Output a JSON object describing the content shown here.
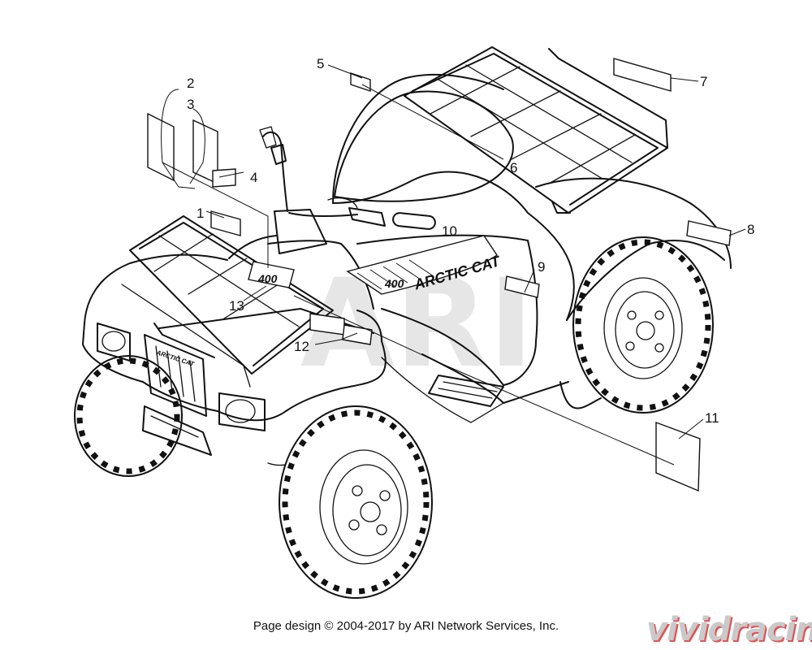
{
  "callouts": [
    {
      "num": "1"
    },
    {
      "num": "2"
    },
    {
      "num": "3"
    },
    {
      "num": "4"
    },
    {
      "num": "5"
    },
    {
      "num": "6"
    },
    {
      "num": "7"
    },
    {
      "num": "8"
    },
    {
      "num": "9"
    },
    {
      "num": "10"
    },
    {
      "num": "11"
    },
    {
      "num": "12"
    },
    {
      "num": "13"
    }
  ],
  "decals": {
    "brand": "ARCTIC CAT",
    "model": "400",
    "grille_brand": "ARCTIC CAT",
    "tank_model": "400"
  },
  "watermark": "ARI",
  "footer": {
    "text": "Page design © 2004-2017 by ARI Network Services, Inc."
  },
  "logo": {
    "text": "vividracing"
  }
}
